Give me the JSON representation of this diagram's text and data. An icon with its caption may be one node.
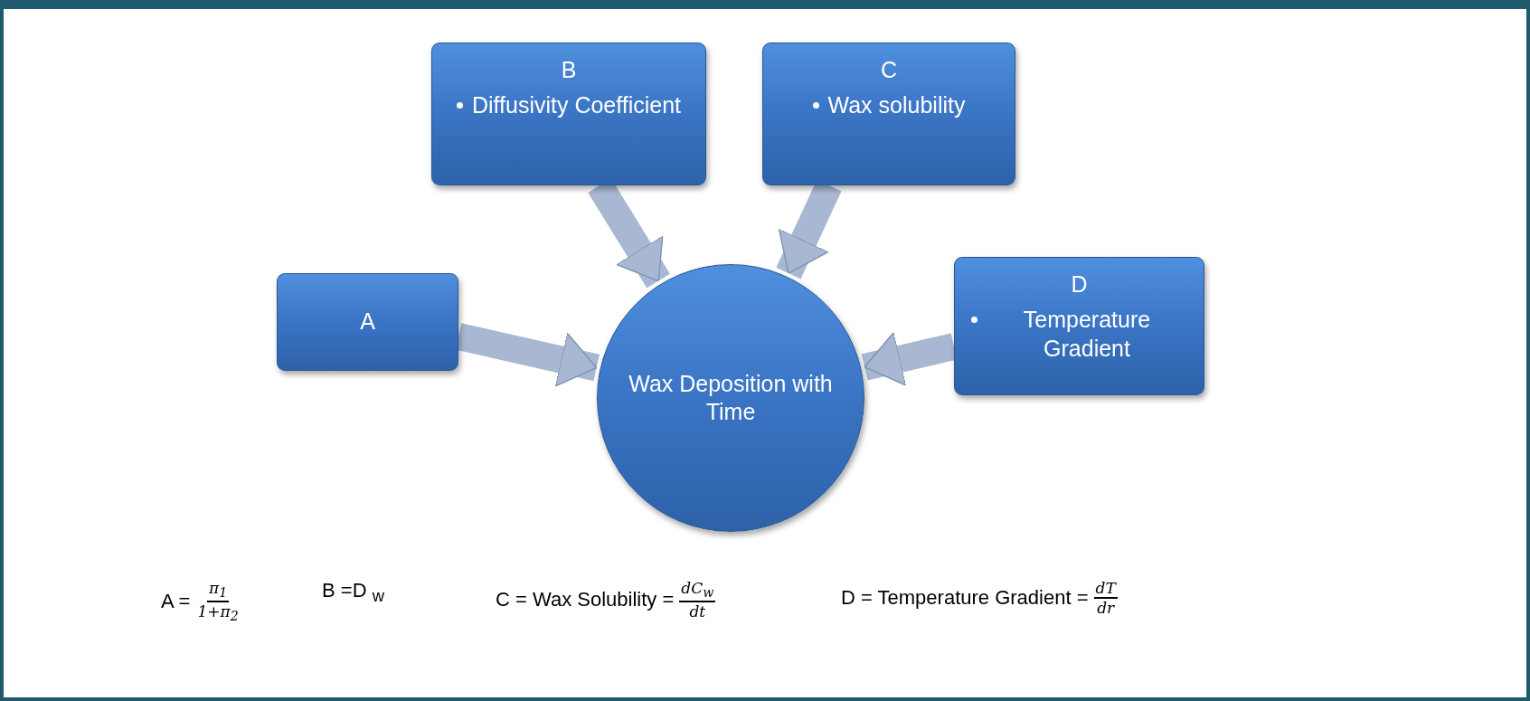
{
  "diagram": {
    "nodes": [
      {
        "text": [
          "A"
        ]
      },
      {
        "text": [
          "B",
          "Diffusivity Coefficient"
        ]
      },
      {
        "text": [
          "C",
          "Wax solubility"
        ]
      },
      {
        "text": [
          "D",
          "Temperature Gradient"
        ]
      },
      {
        "text": [
          "Wax Deposition with Time"
        ]
      }
    ],
    "edges": [
      {
        "from": 0,
        "to": 4,
        "arrow": "to"
      },
      {
        "from": 1,
        "to": 4,
        "arrow": "to"
      },
      {
        "from": 2,
        "to": 4,
        "arrow": "to"
      },
      {
        "from": 3,
        "to": 4,
        "arrow": "to"
      }
    ],
    "labels": [
      "A =",
      "π$_{1}$",
      "1+π$_{2}$",
      "B =D $_{w}$",
      "C = Wax Solubility =",
      "dC$_{w}$",
      "dt",
      "D = Temperature Gradient =",
      "dT",
      "dr"
    ]
  }
}
